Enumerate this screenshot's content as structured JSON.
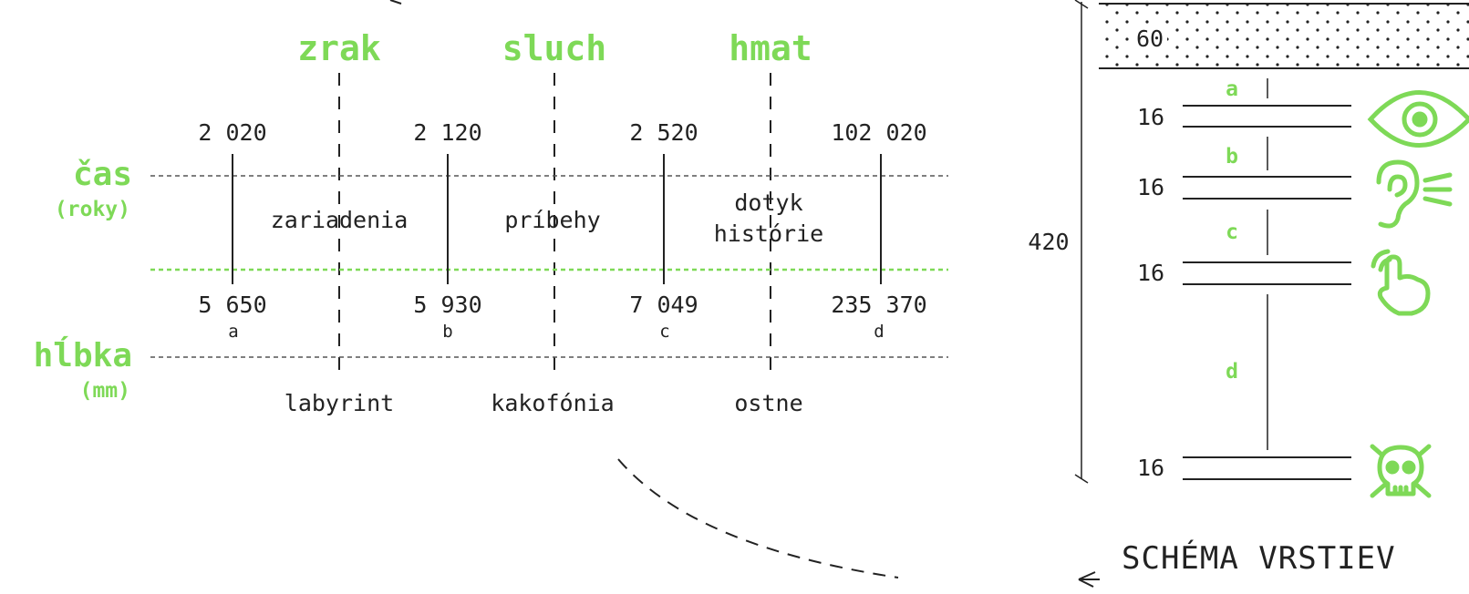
{
  "senses": {
    "sight": "zrak",
    "hearing": "sluch",
    "touch": "hmat"
  },
  "axes": {
    "time": {
      "name": "čas",
      "unit": "(roky)"
    },
    "depth": {
      "name": "hĺbka",
      "unit": "(mm)"
    }
  },
  "time_values": [
    "2 020",
    "2 120",
    "2 520",
    "102 020"
  ],
  "depth_values": [
    "5 650",
    "5 930",
    "7 049",
    "235 370"
  ],
  "markers": [
    "a",
    "b",
    "c",
    "d"
  ],
  "periods": {
    "p1": "zariadenia",
    "p2": "príbehy",
    "p3_line1": "dotyk",
    "p3_line2": "histórie"
  },
  "obstacles": {
    "o1": "labyrint",
    "o2": "kakofónia",
    "o3": "ostne"
  },
  "schema": {
    "title": "SCHÉMA VRSTIEV",
    "total_height": "420",
    "top_layer": "60",
    "layer_thickness": [
      "16",
      "16",
      "16",
      "16"
    ],
    "gaps": [
      "a",
      "b",
      "c",
      "d"
    ]
  },
  "colors": {
    "accent": "#7ed957",
    "ink": "#222222"
  },
  "icons": [
    "eye-icon",
    "ear-icon",
    "hand-touch-icon",
    "skull-crossbones-icon"
  ]
}
